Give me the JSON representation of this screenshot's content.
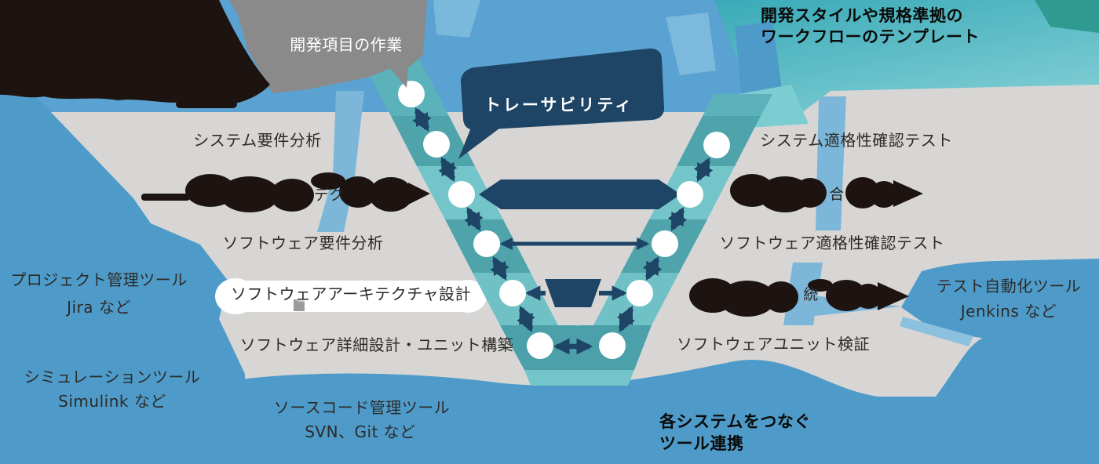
{
  "diagram": {
    "bubbles": {
      "dev_item": "開発項目の作業",
      "traceability": "トレーサビリティ"
    },
    "annotations": {
      "workflow_template_line1": "開発スタイルや規格準拠の",
      "workflow_template_line2": "ワークフローのテンプレート",
      "tool_link_line1": "各システムをつなぐ",
      "tool_link_line2": "ツール連携"
    },
    "left_steps": {
      "system_requirements": "システム要件分析",
      "software_requirements": "ソフトウェア要件分析",
      "software_architecture": "ソフトウェアアーキテクチャ設計",
      "software_detail_unit": "ソフトウェア詳細設計・ユニット構築",
      "redacted_fragment": "テク"
    },
    "right_steps": {
      "system_qualification_test": "システム適格性確認テスト",
      "software_qualification_test": "ソフトウェア適格性確認テスト",
      "software_unit_verification": "ソフトウェアユニット検証",
      "redacted_fragment_upper": "合",
      "redacted_fragment_lower": "統"
    },
    "tools": {
      "project_management": {
        "line1": "プロジェクト管理ツール",
        "line2": "Jira など"
      },
      "simulation": {
        "line1": "シミュレーションツール",
        "line2": "Simulink など"
      },
      "source_control": {
        "line1": "ソースコード管理ツール",
        "line2": "SVN、Git など"
      },
      "test_automation": {
        "line1": "テスト自動化ツール",
        "line2": "Jenkins など"
      }
    },
    "colors": {
      "navy": "#1E4466",
      "teal_dark": "#4FA3AB",
      "teal_light": "#74C5CA",
      "blue_top": "#5AA2D1",
      "blue_side": "#4E9BCA",
      "blue_light": "#7CB7DA",
      "background_gray": "#D7D6D5",
      "bubble_gray": "#8A8A8A",
      "redaction_black": "#1D1412"
    }
  }
}
